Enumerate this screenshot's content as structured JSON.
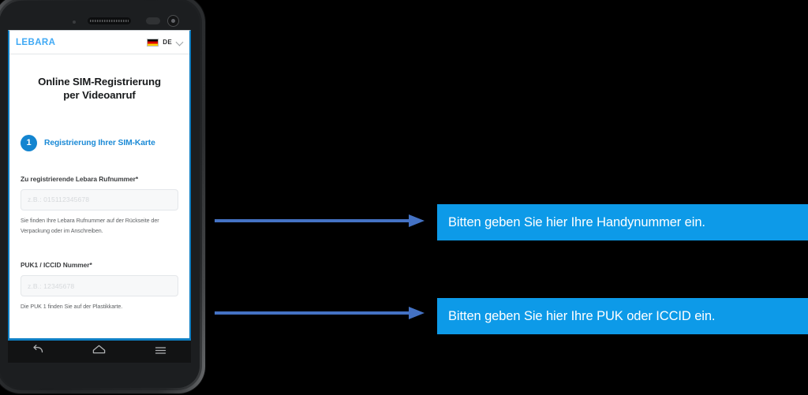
{
  "phone": {
    "hardware": {
      "speaker": "speaker-grille",
      "front_camera": "front-camera",
      "proximity_sensor": "proximity-sensor"
    },
    "screen": {
      "header": {
        "brand": "LEBARA",
        "language_code": "DE",
        "flag": "german-flag",
        "chevron": "chevron-down-icon"
      },
      "title": "Online SIM-Registrierung per Videoanruf",
      "title_line1": "Online SIM-Registrierung",
      "title_line2": "per Videoanruf",
      "step": {
        "number": "1",
        "heading": "Registrierung Ihrer SIM-Karte"
      },
      "fields": [
        {
          "label": "Zu registrierende Lebara Rufnummer*",
          "value": "",
          "placeholder": "z.B.: 015112345678",
          "hint": "Sie finden Ihre Lebara Rufnummer auf der Rückseite der Verpackung oder im Anschreiben."
        },
        {
          "label": "PUK1 / ICCID Nummer*",
          "value": "",
          "placeholder": "z.B.: 12345678",
          "hint": "Die PUK 1 finden Sie auf der Plastikkarte."
        }
      ]
    },
    "nav_bar": {
      "back": "back-icon",
      "home": "home-icon",
      "menu": "menu-icon"
    }
  },
  "annotations": {
    "callouts": [
      {
        "text": "Bitten geben Sie hier Ihre Handynummer ein."
      },
      {
        "text": "Bitten geben Sie hier Ihre PUK oder ICCID ein."
      }
    ],
    "arrows": [
      {
        "name": "arrow-to-phone-number-field"
      },
      {
        "name": "arrow-to-puk-field"
      }
    ]
  },
  "colors": {
    "background": "#000000",
    "callout_blue": "#0d9ae8",
    "arrow_blue": "#4472c4",
    "brand_blue": "#3fa9f5",
    "step_blue": "#1485d0",
    "screen_border_blue": "#0f7fc4"
  }
}
